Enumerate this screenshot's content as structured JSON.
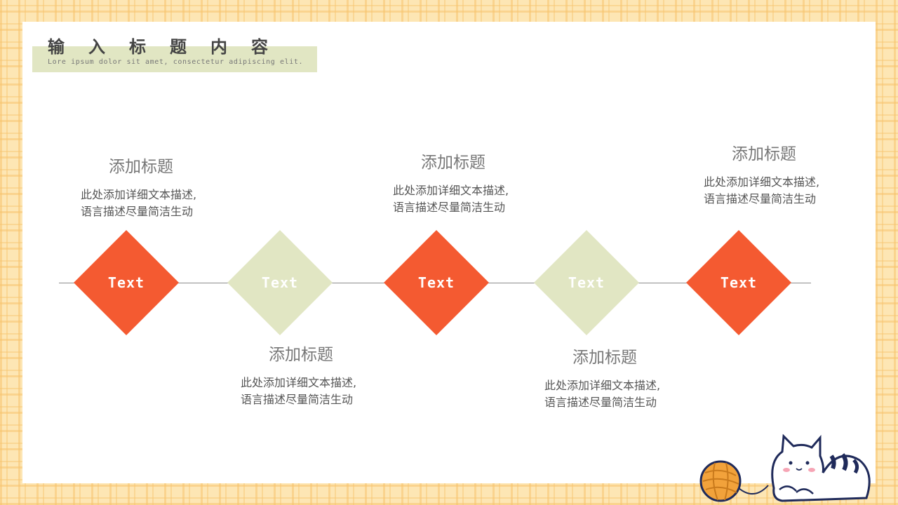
{
  "header": {
    "title": "输入标题内容",
    "subtitle": "Lore ipsum dolor sit amet, consectetur adipiscing elit."
  },
  "timeline": {
    "nodes": [
      {
        "label": "Text",
        "style": "orange"
      },
      {
        "label": "Text",
        "style": "green"
      },
      {
        "label": "Text",
        "style": "orange"
      },
      {
        "label": "Text",
        "style": "green"
      },
      {
        "label": "Text",
        "style": "orange"
      }
    ],
    "items": [
      {
        "heading": "添加标题",
        "line1": "此处添加详细文本描述,",
        "line2": "语言描述尽量简洁生动"
      },
      {
        "heading": "添加标题",
        "line1": "此处添加详细文本描述,",
        "line2": "语言描述尽量简洁生动"
      },
      {
        "heading": "添加标题",
        "line1": "此处添加详细文本描述,",
        "line2": "语言描述尽量简洁生动"
      },
      {
        "heading": "添加标题",
        "line1": "此处添加详细文本描述,",
        "line2": "语言描述尽量简洁生动"
      },
      {
        "heading": "添加标题",
        "line1": "此处添加详细文本描述,",
        "line2": "语言描述尽量简洁生动"
      }
    ]
  },
  "colors": {
    "accent_orange": "#f45a31",
    "accent_green": "#e1e6c3",
    "background_plaid": "#fde6b4"
  },
  "decoration": {
    "illustration": "cat-with-yarn-ball-icon"
  }
}
